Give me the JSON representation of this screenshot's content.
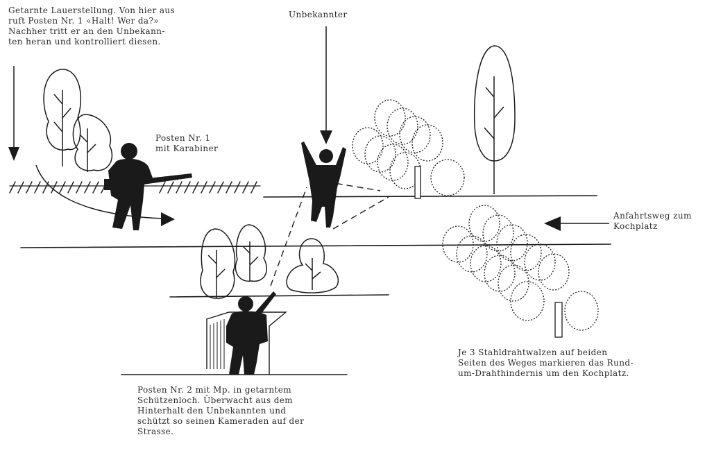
{
  "labels": {
    "ambush": "Getarnte Lauerstellung. Von hier aus\nruft Posten Nr. 1 «Halt! Wer da?»\nNachher tritt er an den Unbekann-\nten heran und kontrolliert diesen.",
    "stranger": "Unbekannter",
    "guard1": "Posten Nr. 1\nmit Karabiner",
    "approach": "Anfahrtsweg zum\nKochplatz",
    "guard2": "Posten Nr. 2 mit Mp. in getarntem\nSchützenloch. Überwacht aus dem\nHinterhalt den Unbekannten und\nschützt so seinen Kameraden auf der\nStrasse.",
    "wire": "Je 3 Stahldrahtwalzen auf beiden\nSeiten des Weges markieren das Rund-\num-Drahthindernis um den Kochplatz."
  },
  "colors": {
    "ink": "#1a1a1a",
    "paper": "#ffffff",
    "text": "#2a2a2a"
  },
  "icons": [
    "tree-icon",
    "soldier-icon",
    "raised-hands-icon",
    "barbed-wire-coil-icon",
    "arrow-icon"
  ]
}
